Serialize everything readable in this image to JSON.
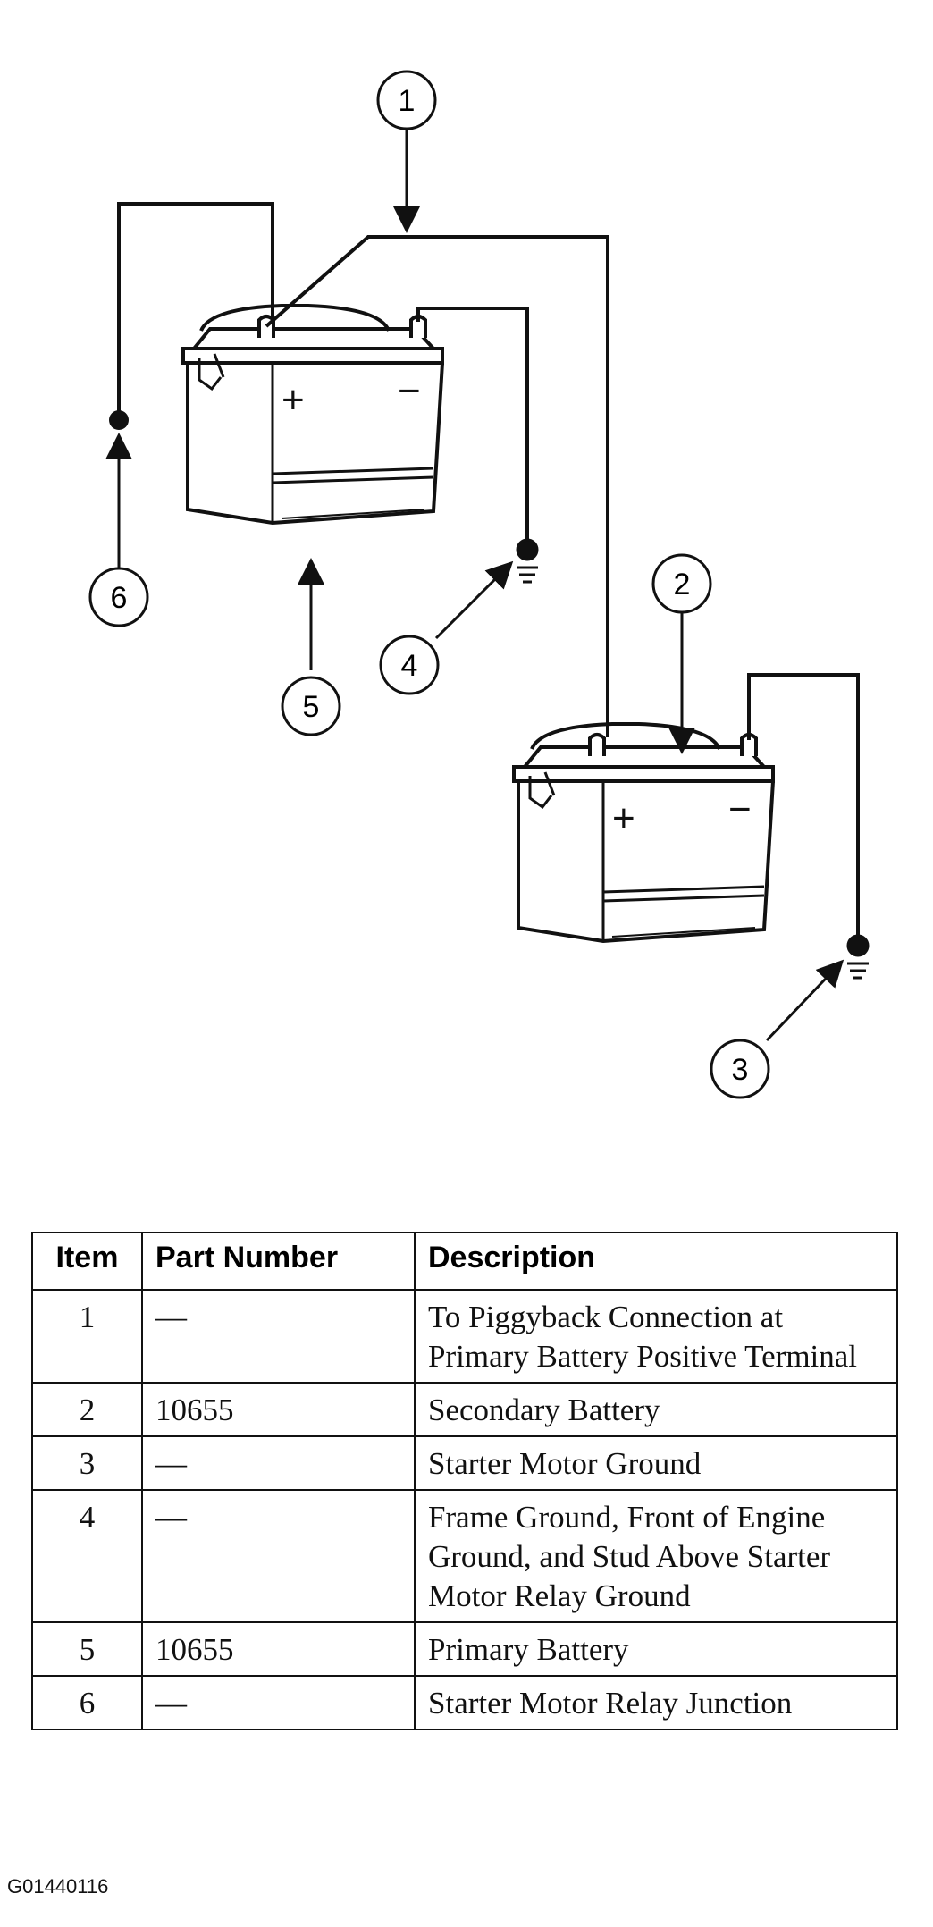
{
  "diagram": {
    "callouts": [
      "1",
      "2",
      "3",
      "4",
      "5",
      "6"
    ],
    "terminal_symbols": {
      "positive": "+",
      "negative": "−"
    }
  },
  "table": {
    "headers": {
      "item": "Item",
      "part_number": "Part Number",
      "description": "Description"
    },
    "rows": [
      {
        "item": "1",
        "part_number": "—",
        "description": "To Piggyback Connection at Primary Battery Positive Terminal"
      },
      {
        "item": "2",
        "part_number": "10655",
        "description": "Secondary Battery"
      },
      {
        "item": "3",
        "part_number": "—",
        "description": "Starter Motor Ground"
      },
      {
        "item": "4",
        "part_number": "—",
        "description": "Frame Ground, Front of Engine Ground, and Stud Above Starter Motor Relay Ground"
      },
      {
        "item": "5",
        "part_number": "10655",
        "description": "Primary Battery"
      },
      {
        "item": "6",
        "part_number": "—",
        "description": "Starter Motor Relay Junction"
      }
    ]
  },
  "figure_id": "G01440116"
}
